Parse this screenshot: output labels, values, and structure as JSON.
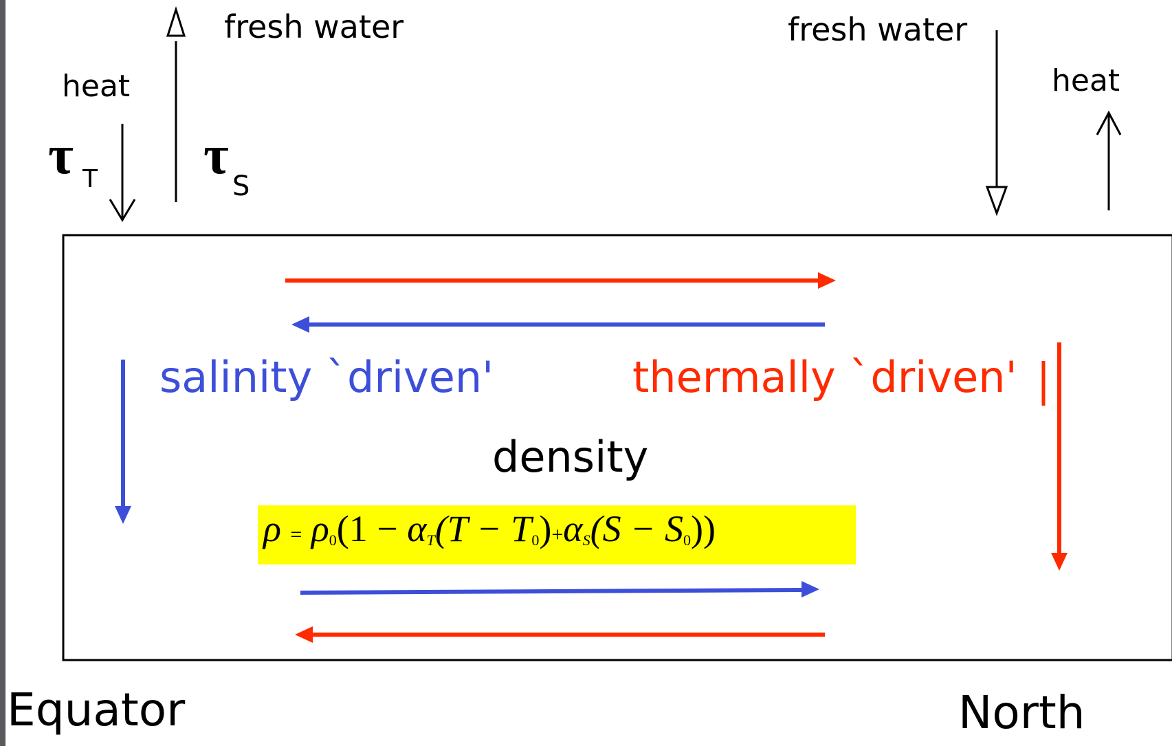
{
  "labels": {
    "heat_left": "heat",
    "fresh_water_left": "fresh water",
    "fresh_water_right": "fresh water",
    "heat_right": "heat",
    "tau_t": "τ",
    "tau_t_sub": "T",
    "tau_s": "τ",
    "tau_s_sub": "S",
    "salinity": "salinity `driven'",
    "thermal": "thermally `driven'",
    "density": "density",
    "equator": "Equator",
    "north": "North"
  },
  "equation": {
    "rho": "ρ",
    "eq": "=",
    "rho0": "ρ",
    "rho0_sub": "0",
    "open": "(1 −",
    "alpha_t": "α",
    "alpha_t_sub": "T",
    "t_term": "(T − T",
    "t0_sub": "0",
    "close1": ")",
    "plus": "+",
    "alpha_s": "α",
    "alpha_s_sub": "S",
    "s_term": "(S − S",
    "s0_sub": "0",
    "close2": "))"
  },
  "colors": {
    "red": "#ff2a00",
    "blue": "#3d4fd9",
    "black": "#000000",
    "highlight": "#ffff00",
    "border": "#5a5a5e"
  }
}
